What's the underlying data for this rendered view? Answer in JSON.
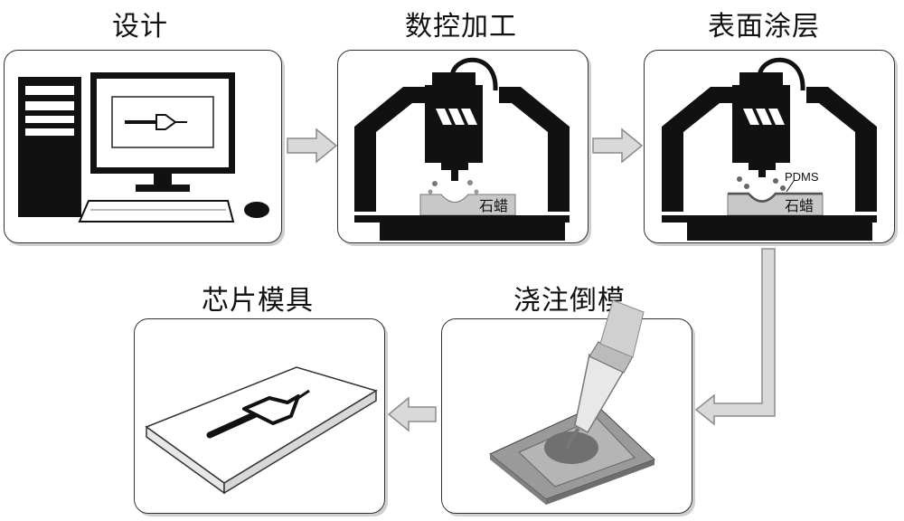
{
  "steps": {
    "design": {
      "title": "设计"
    },
    "cnc": {
      "title": "数控加工",
      "material_label": "石蜡"
    },
    "coating": {
      "title": "表面涂层",
      "material_label": "石蜡",
      "coating_label": "PDMS"
    },
    "casting": {
      "title": "浇注倒模"
    },
    "mold": {
      "title": "芯片模具"
    }
  },
  "colors": {
    "arrow_fill": "#d9d9d9",
    "arrow_stroke": "#8a8a8a",
    "machine": "#111111",
    "wax": "#c8c8c8"
  }
}
